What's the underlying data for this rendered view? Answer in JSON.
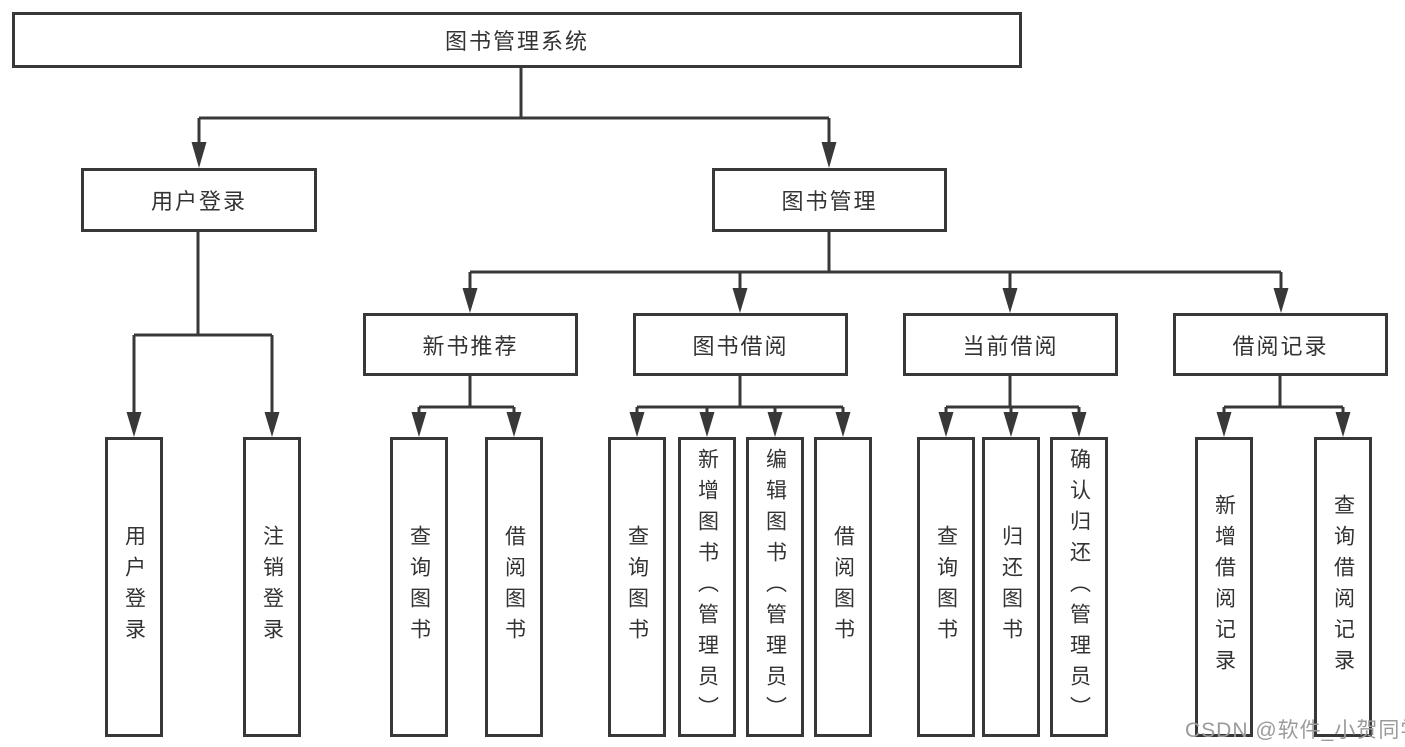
{
  "page": {
    "watermark": "CSDN @软件_小贺同学"
  },
  "colors": {
    "line": "#383838",
    "border": "#383838",
    "text": "#333333",
    "watermark": "#9b9b9b",
    "background": "#ffffff"
  },
  "diagram": {
    "type": "hierarchy-tree",
    "nodes": {
      "root": {
        "label": "图书管理系统"
      },
      "user_login": {
        "label": "用户登录"
      },
      "book_mgmt": {
        "label": "图书管理"
      },
      "new_book": {
        "label": "新书推荐"
      },
      "book_borrow": {
        "label": "图书借阅"
      },
      "current_borrow": {
        "label": "当前借阅"
      },
      "borrow_records": {
        "label": "借阅记录"
      },
      "leaf_user_login": {
        "label": "用户登录"
      },
      "leaf_logout": {
        "label": "注销登录"
      },
      "leaf_query_book_1": {
        "label": "查询图书"
      },
      "leaf_borrow_book_1": {
        "label": "借阅图书"
      },
      "leaf_query_book_2": {
        "label": "查询图书"
      },
      "leaf_add_book": {
        "label": "新增图书（管理员）"
      },
      "leaf_edit_book": {
        "label": "编辑图书（管理员）"
      },
      "leaf_borrow_book_2": {
        "label": "借阅图书"
      },
      "leaf_query_book_3": {
        "label": "查询图书"
      },
      "leaf_return_book": {
        "label": "归还图书"
      },
      "leaf_confirm_return": {
        "label": "确认归还（管理员）"
      },
      "leaf_add_record": {
        "label": "新增借阅记录"
      },
      "leaf_query_record": {
        "label": "查询借阅记录"
      }
    },
    "tree": {
      "root": [
        "user_login",
        "book_mgmt"
      ],
      "user_login": [
        "leaf_user_login",
        "leaf_logout"
      ],
      "book_mgmt": [
        "new_book",
        "book_borrow",
        "current_borrow",
        "borrow_records"
      ],
      "new_book": [
        "leaf_query_book_1",
        "leaf_borrow_book_1"
      ],
      "book_borrow": [
        "leaf_query_book_2",
        "leaf_add_book",
        "leaf_edit_book",
        "leaf_borrow_book_2"
      ],
      "current_borrow": [
        "leaf_query_book_3",
        "leaf_return_book",
        "leaf_confirm_return"
      ],
      "borrow_records": [
        "leaf_add_record",
        "leaf_query_record"
      ]
    }
  }
}
